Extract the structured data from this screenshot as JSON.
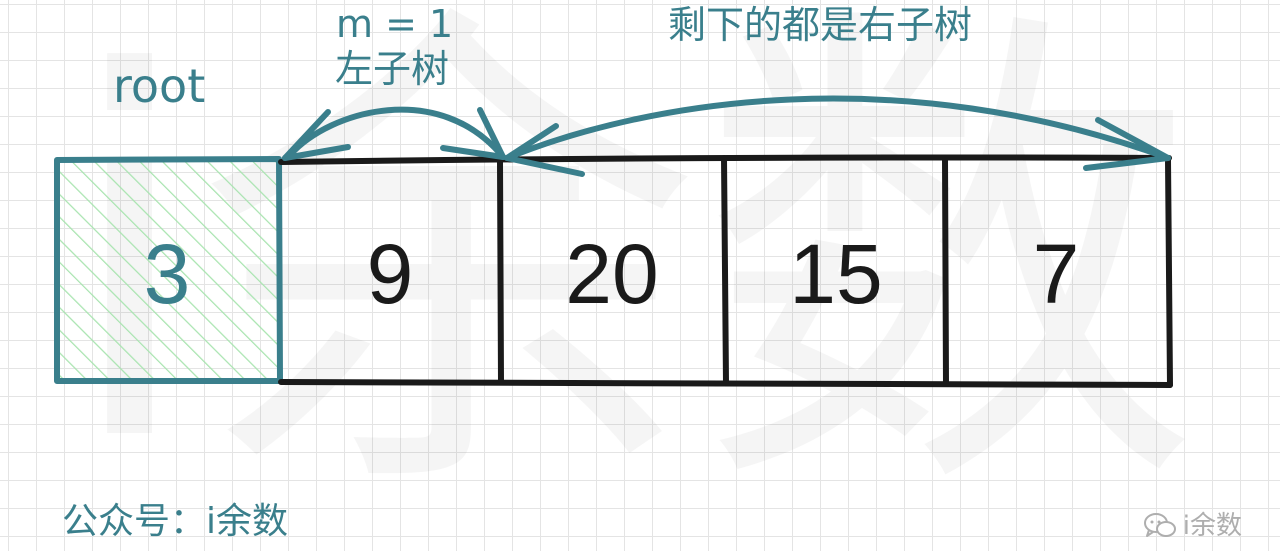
{
  "labels": {
    "root": "root",
    "m": "m = 1",
    "left_subtree": "左子树",
    "right_subtree": "剩下的都是右子树"
  },
  "cells": [
    "3",
    "9",
    "20",
    "15",
    "7"
  ],
  "footer": {
    "account": "公众号：i余数",
    "logo_text": "i余数"
  },
  "colors": {
    "teal": "#3a7f8c",
    "hatch": "#a9e4b0",
    "ink": "#1a1a1a"
  },
  "watermark": "i余数"
}
